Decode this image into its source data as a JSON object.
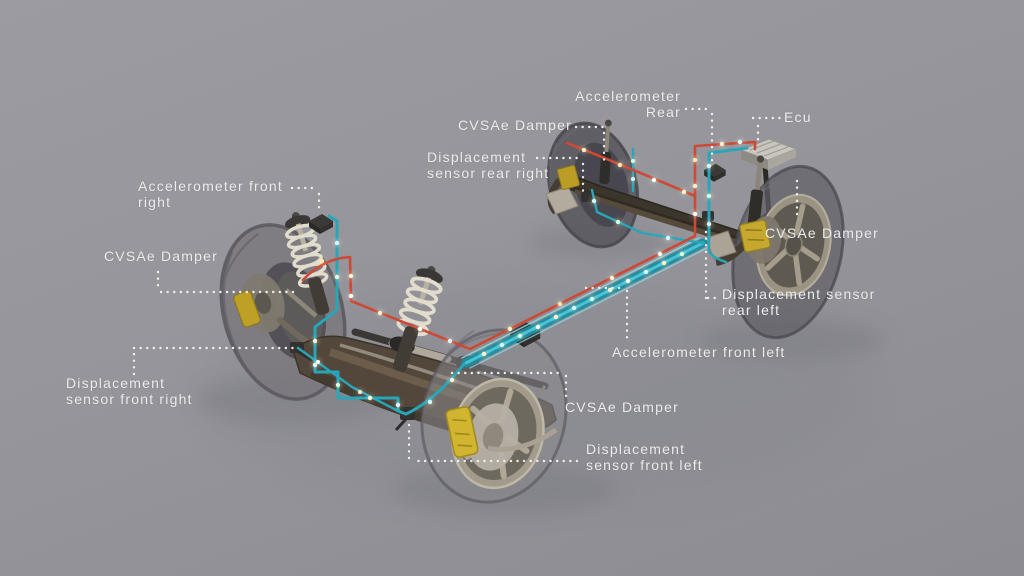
{
  "colors": {
    "background": "#94949a",
    "cable_red": "#cd4936",
    "cable_cyan": "#2aa9bd",
    "brake_caliper_yellow": "#c9ab2b",
    "label_text": "#ededee"
  },
  "labels": {
    "accelerometer_rear": {
      "line1": "Accelerometer",
      "line2": "Rear"
    },
    "ecu": {
      "text": "Ecu"
    },
    "cvsae_damper_rear_right": {
      "text": "CVSAe Damper"
    },
    "displacement_sensor_rear_right": {
      "line1": "Displacement",
      "line2": "sensor rear right"
    },
    "accelerometer_front_right": {
      "line1": "Accelerometer front",
      "line2": "right"
    },
    "cvsae_damper_front_right": {
      "text": "CVSAe Damper"
    },
    "displacement_sensor_front_right": {
      "line1": "Displacement",
      "line2": "sensor front right"
    },
    "cvsae_damper_front_left": {
      "text": "CVSAe Damper"
    },
    "displacement_sensor_front_left": {
      "line1": "Displacement",
      "line2": "sensor front left"
    },
    "accelerometer_front_left": {
      "text": "Accelerometer front left"
    },
    "displacement_sensor_rear_left": {
      "line1": "Displacement sensor",
      "line2": "rear left"
    },
    "cvsae_damper_rear_left": {
      "text": "CVSAe Damper"
    }
  }
}
